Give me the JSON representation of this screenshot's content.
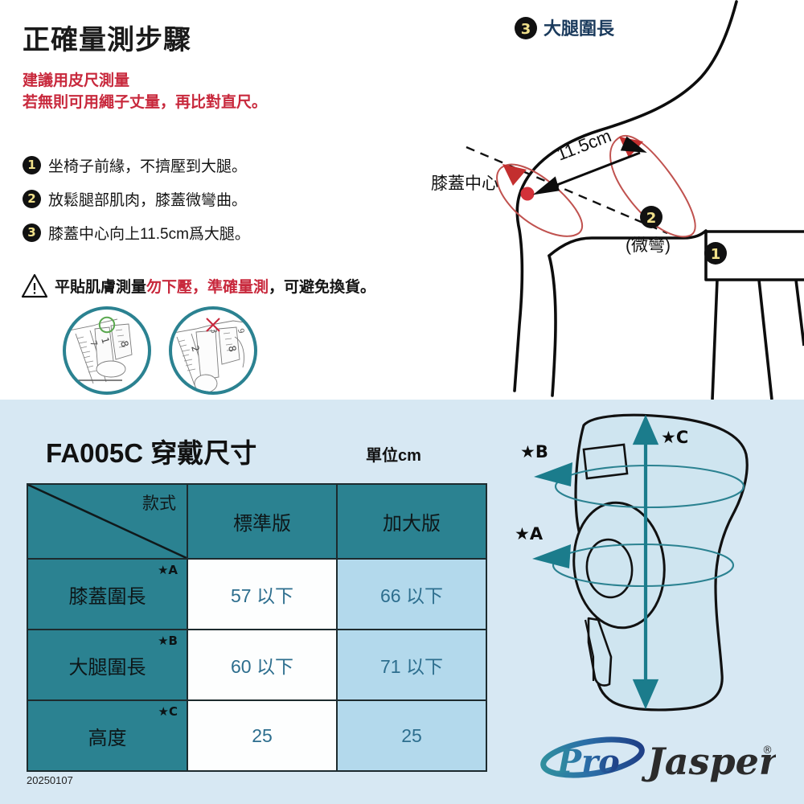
{
  "top": {
    "title": "正確量測步驟",
    "advice_line1": "建議用皮尺測量",
    "advice_line2": "若無則可用繩子丈量，再比對直尺。",
    "steps": [
      {
        "num": "1",
        "text": "坐椅子前緣，不擠壓到大腿。"
      },
      {
        "num": "2",
        "text": "放鬆腿部肌肉，膝蓋微彎曲。"
      },
      {
        "num": "3",
        "text": "膝蓋中心向上11.5cm爲大腿。"
      }
    ],
    "warning": {
      "icon": "warning-triangle-icon",
      "part1": "平貼肌膚測量",
      "part2_red": "勿下壓，準確量測",
      "part3": "，可避免換貨。"
    },
    "photos": [
      {
        "mark": "○",
        "mark_name": "correct-mark",
        "mark_color": "#5aa84f"
      },
      {
        "mark": "✕",
        "mark_name": "incorrect-mark",
        "mark_color": "#c8283c"
      }
    ],
    "diagram": {
      "badge3": "3",
      "label_thigh": "大腿圍長",
      "label_knee_center": "膝蓋中心",
      "dim_label": "11.5cm",
      "badge2": "2",
      "label_slight_bend": "(微彎)",
      "badge1": "1"
    }
  },
  "bottom": {
    "section_title": "FA005C 穿戴尺寸",
    "unit": "單位cm",
    "table": {
      "corner_label": "款式",
      "columns": [
        "標準版",
        "加大版"
      ],
      "rows": [
        {
          "label": "膝蓋圍長",
          "star": "★A",
          "values": [
            "57 以下",
            "66 以下"
          ]
        },
        {
          "label": "大腿圍長",
          "star": "★B",
          "values": [
            "60 以下",
            "71 以下"
          ]
        },
        {
          "label": "高度",
          "star": "★C",
          "values": [
            "25",
            "25"
          ]
        }
      ]
    },
    "brace": {
      "star_a": "★A",
      "star_b": "★B",
      "star_c": "★C"
    },
    "datecode": "20250107",
    "logo": {
      "pro": "Pro",
      "jasper": "Jasper",
      "reg": "®"
    }
  },
  "colors": {
    "teal_header": "#2b8291",
    "light_blue_cell": "#b3d9ec",
    "panel_bg": "#d7e8f3",
    "red": "#c8283c",
    "value_blue": "#2d6e8e",
    "navy": "#1a3a5c"
  }
}
